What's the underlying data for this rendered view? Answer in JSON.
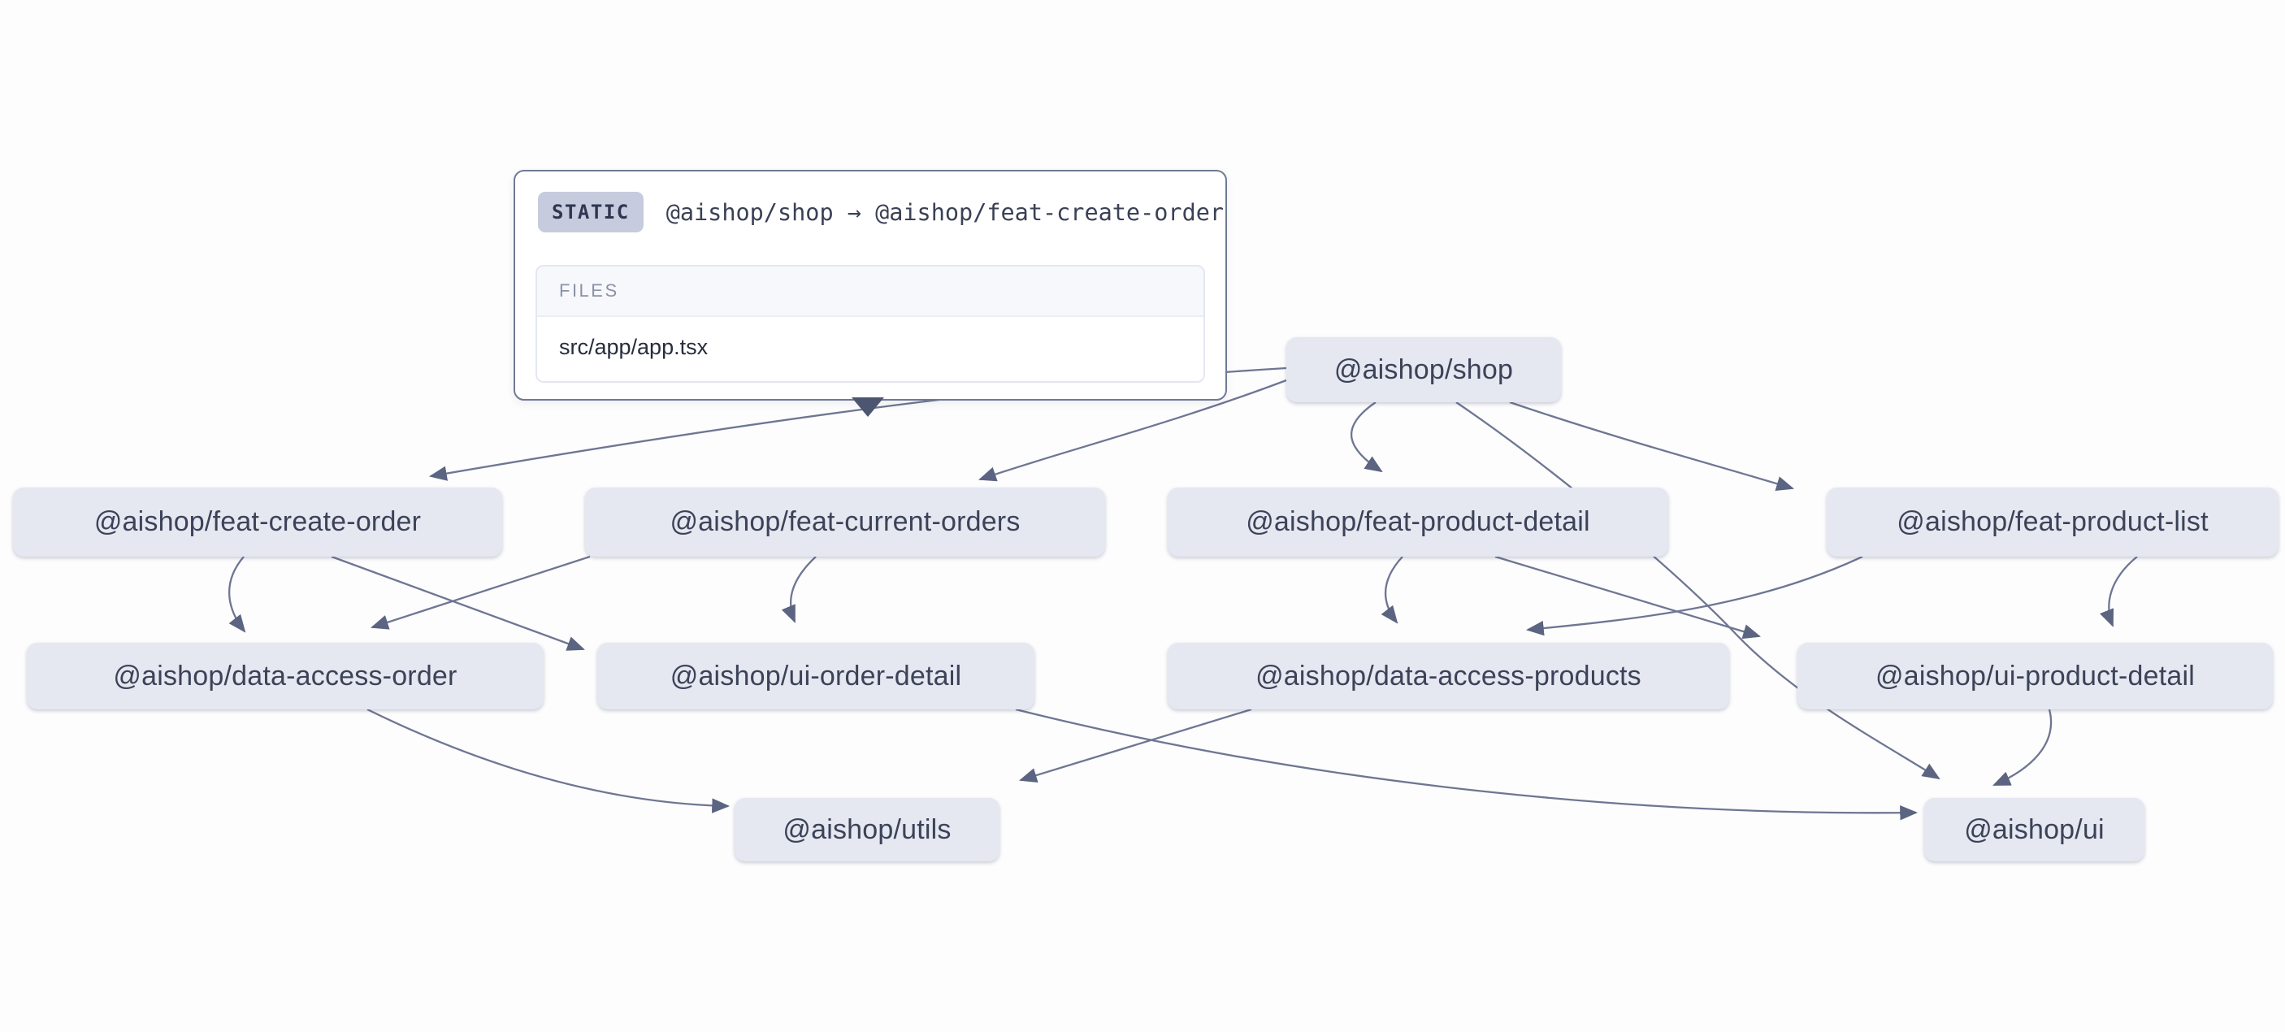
{
  "tooltip": {
    "type_label": "STATIC",
    "title": "@aishop/shop → @aishop/feat-create-order",
    "files_label": "FILES",
    "files": [
      "src/app/app.tsx"
    ]
  },
  "nodes": [
    {
      "id": "shop",
      "label": "@aishop/shop"
    },
    {
      "id": "feat-create-order",
      "label": "@aishop/feat-create-order"
    },
    {
      "id": "feat-current-orders",
      "label": "@aishop/feat-current-orders"
    },
    {
      "id": "feat-product-detail",
      "label": "@aishop/feat-product-detail"
    },
    {
      "id": "feat-product-list",
      "label": "@aishop/feat-product-list"
    },
    {
      "id": "data-access-order",
      "label": "@aishop/data-access-order"
    },
    {
      "id": "ui-order-detail",
      "label": "@aishop/ui-order-detail"
    },
    {
      "id": "data-access-products",
      "label": "@aishop/data-access-products"
    },
    {
      "id": "ui-product-detail",
      "label": "@aishop/ui-product-detail"
    },
    {
      "id": "utils",
      "label": "@aishop/utils"
    },
    {
      "id": "ui",
      "label": "@aishop/ui"
    }
  ],
  "edges": [
    {
      "from": "shop",
      "to": "feat-create-order"
    },
    {
      "from": "shop",
      "to": "feat-current-orders"
    },
    {
      "from": "shop",
      "to": "feat-product-detail"
    },
    {
      "from": "shop",
      "to": "feat-product-list"
    },
    {
      "from": "shop",
      "to": "ui"
    },
    {
      "from": "feat-create-order",
      "to": "data-access-order"
    },
    {
      "from": "feat-create-order",
      "to": "ui-order-detail"
    },
    {
      "from": "feat-current-orders",
      "to": "data-access-order"
    },
    {
      "from": "feat-current-orders",
      "to": "ui-order-detail"
    },
    {
      "from": "feat-product-detail",
      "to": "data-access-products"
    },
    {
      "from": "feat-product-detail",
      "to": "ui-product-detail"
    },
    {
      "from": "feat-product-list",
      "to": "data-access-products"
    },
    {
      "from": "feat-product-list",
      "to": "ui-product-detail"
    },
    {
      "from": "data-access-order",
      "to": "utils"
    },
    {
      "from": "data-access-products",
      "to": "utils"
    },
    {
      "from": "ui-order-detail",
      "to": "ui"
    },
    {
      "from": "ui-product-detail",
      "to": "ui"
    }
  ],
  "colors": {
    "background": "#fdfdfe",
    "node_bg": "#e5e7f1",
    "node_text": "#3c4358",
    "edge": "#6e7692",
    "arrow": "#5b6480",
    "tooltip_border": "#6f7a94",
    "tooltip_pointer": "#4c5670",
    "badge_bg": "#c7cbde",
    "badge_text": "#2e374f",
    "files_header_bg": "#f7f8fc",
    "files_label_text": "#8b92a7",
    "file_text": "#272d3d",
    "files_border": "#e4e7f1"
  }
}
